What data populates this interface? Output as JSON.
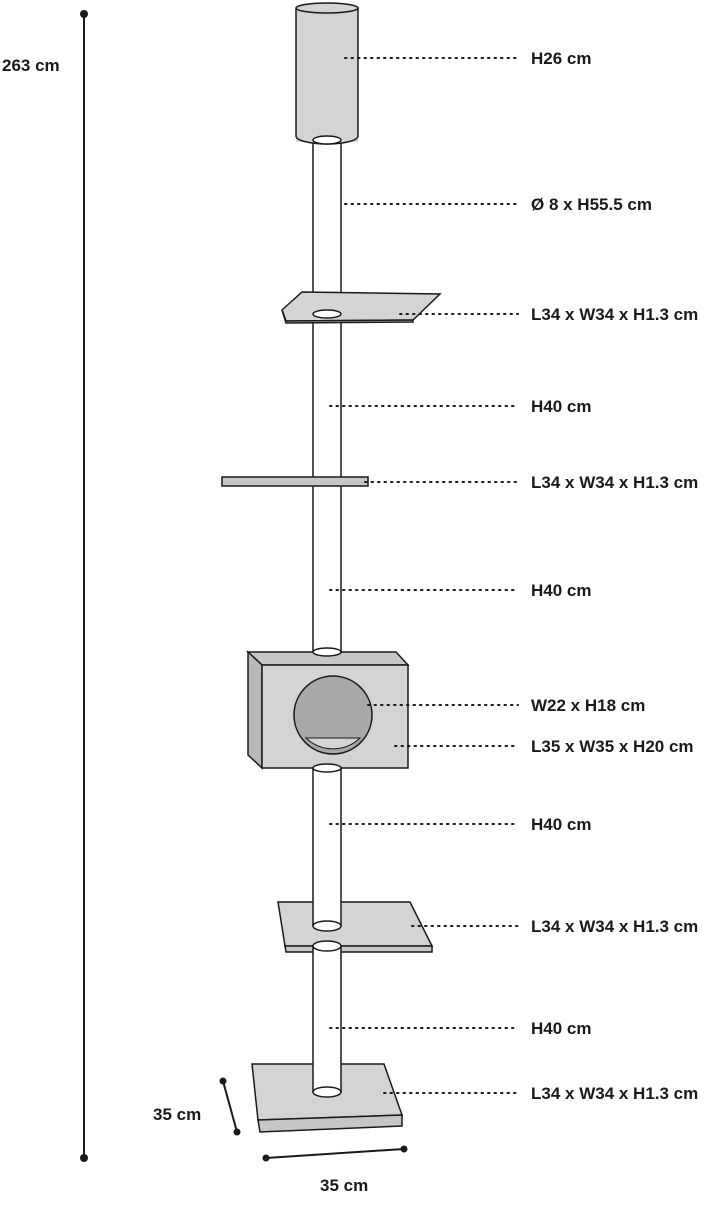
{
  "total_height": "263 cm",
  "labels": {
    "top_cylinder": "H26 cm",
    "pole_top": "Ø 8 x H55.5 cm",
    "platform_1": "L34 x W34 x H1.3 cm",
    "pole_2": "H40 cm",
    "platform_2": "L34 x W34 x H1.3 cm",
    "pole_3": "H40 cm",
    "box_hole": "W22 x H18 cm",
    "box": "L35 x W35 x H20 cm",
    "pole_4": "H40 cm",
    "platform_3": "L34 x W34 x H1.3 cm",
    "pole_5": "H40 cm",
    "base": "L34 x W34 x H1.3 cm"
  },
  "base_depth": "35 cm",
  "base_width": "35 cm",
  "colors": {
    "part_fill": "#d4d4d4",
    "pole_fill": "#ffffff",
    "hole_fill": "#a8a8a8",
    "line": "#1a1a1a"
  }
}
